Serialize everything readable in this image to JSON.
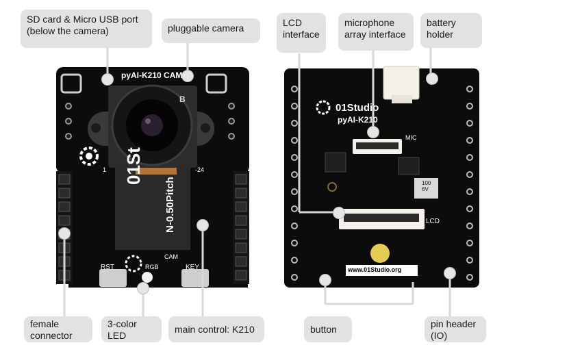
{
  "board_left": {
    "silk_title": "pyAI-K210 CAM",
    "lens_marker": "B",
    "flex_text_1": "01St",
    "flex_text_2": "N-0.50Pitch",
    "pin_24": "-24",
    "pin_1": "1",
    "rst_label": "RST",
    "key_label": "KEY",
    "rgb_label": "RGB",
    "cam_label": "CAM"
  },
  "board_right": {
    "brand": "01Studio",
    "model": "pyAI-K210",
    "mic_label": "MIC",
    "lcd_label": "LCD",
    "website": "www.01Studio.org",
    "batt_label": "100\n6V"
  },
  "annotations": [
    {
      "id": "sd-card",
      "text": "SD card & Micro USB port\n(below the camera)"
    },
    {
      "id": "camera",
      "text": "pluggable camera"
    },
    {
      "id": "lcd",
      "text": "LCD\ninterface"
    },
    {
      "id": "mic",
      "text": "microphone\narray interface"
    },
    {
      "id": "battery",
      "text": "battery\nholder"
    },
    {
      "id": "female-connector",
      "text": "female\nconnector"
    },
    {
      "id": "led",
      "text": "3-color\nLED"
    },
    {
      "id": "k210",
      "text": "main control: K210"
    },
    {
      "id": "button",
      "text": "button"
    },
    {
      "id": "pin-header",
      "text": "pin header\n(IO)"
    }
  ],
  "colors": {
    "pcb": "#0c0c0c",
    "label_bg": "#e2e2e2",
    "silk": "#ffffff",
    "flex": "#2a2a2a",
    "connector": "#f4f1ea",
    "leader": "#d8d8d8"
  }
}
